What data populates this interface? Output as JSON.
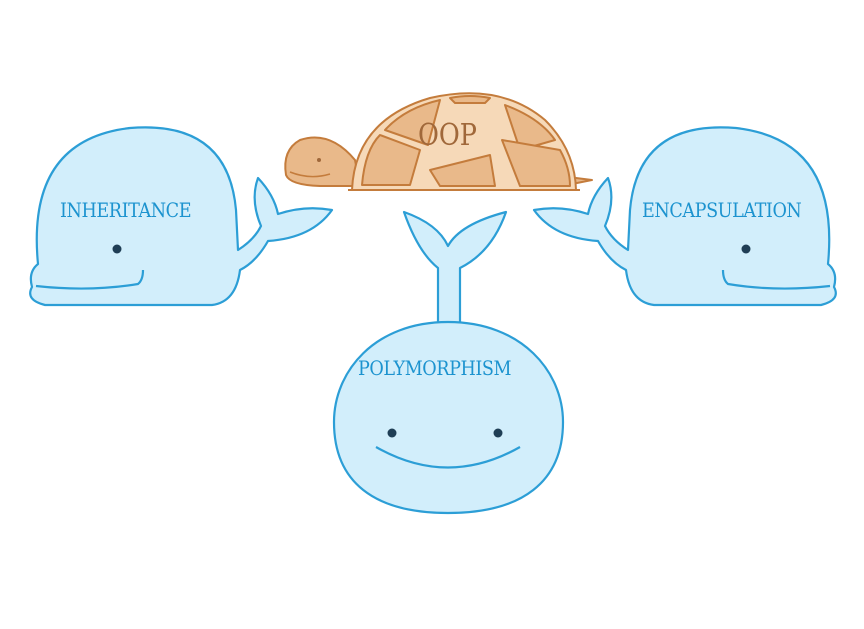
{
  "center": {
    "label": "OOP",
    "icon": "turtle"
  },
  "concepts": [
    {
      "label": "INHERITANCE",
      "icon": "whale"
    },
    {
      "label": "POLYMORPHISM",
      "icon": "whale"
    },
    {
      "label": "ENCAPSULATION",
      "icon": "whale"
    }
  ],
  "colors": {
    "whale_fill": "#d2eefb",
    "whale_stroke": "#2c9ed6",
    "text": "#1c93cf",
    "turtle_fill": "#e9b98a",
    "turtle_light": "#f6d9b8",
    "turtle_stroke": "#c47c3c"
  }
}
